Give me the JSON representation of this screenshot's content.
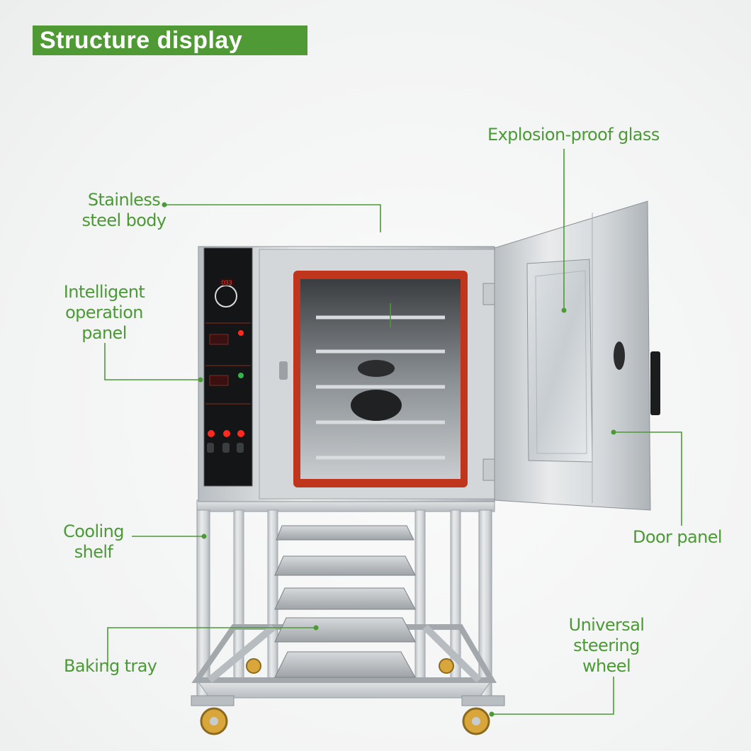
{
  "title": "Structure display",
  "labels": {
    "stainless_body": [
      "Stainless",
      "steel body"
    ],
    "operation_panel": [
      "Intelligent",
      "operation",
      "panel"
    ],
    "cooling_shelf": [
      "Cooling",
      "shelf"
    ],
    "baking_tray": "Baking tray",
    "explosion_glass": "Explosion-proof glass",
    "door_panel": "Door panel",
    "steering_wheel": [
      "Universal",
      "steering",
      "wheel"
    ]
  },
  "panel_display": "033",
  "colors": {
    "brand_green": "#4f9a35",
    "label_green": "#4c9a36",
    "door_seal": "#c0361c",
    "steel": "#cfd3d6"
  }
}
